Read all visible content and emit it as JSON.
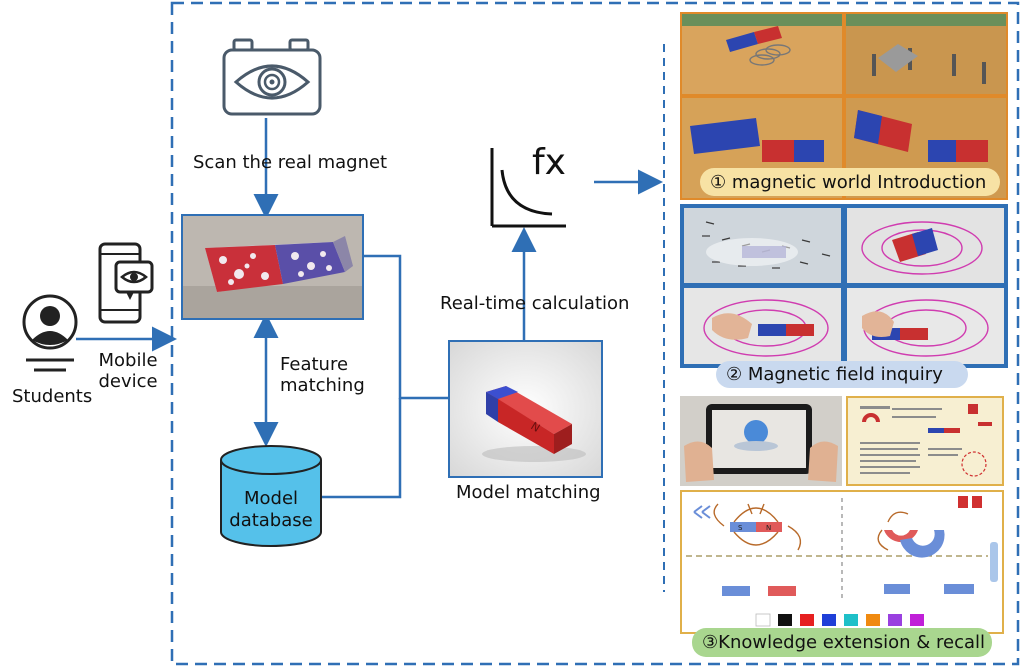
{
  "labels": {
    "students": "Students",
    "mobile_device": [
      "Mobile",
      "device"
    ],
    "scan": "Scan the real magnet",
    "feature_matching": [
      "Feature",
      "matching"
    ],
    "model_database": [
      "Model",
      "database"
    ],
    "realtime": "Real-time calculation",
    "model_matching": "Model matching",
    "fx": "fx"
  },
  "panels": {
    "p1": "① magnetic world Introduction",
    "p2": "② Magnetic field inquiry",
    "p3": "③Knowledge extension & recall"
  },
  "magnet_letters": {
    "north": "N",
    "south": "S"
  },
  "colors": {
    "frame": "#2f6fb5",
    "icon": "#4a5a6a",
    "db_fill": "#55c1ea",
    "pill1": "#f7e2a4",
    "pill2": "#c9d9ef",
    "pill3": "#a9d68f",
    "red": "#cc2b2b",
    "blue": "#2e49b8"
  }
}
